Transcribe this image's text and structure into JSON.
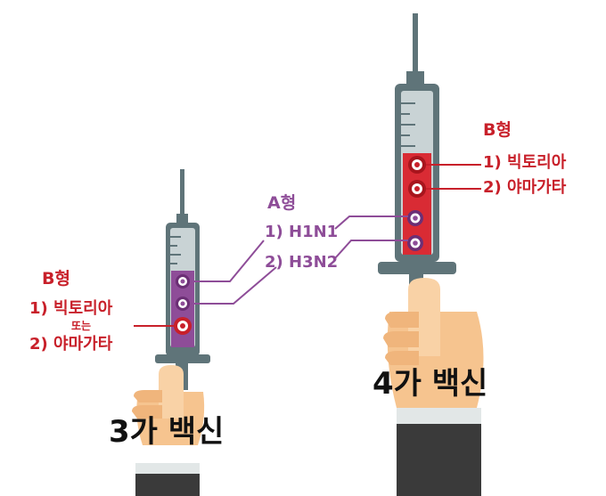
{
  "colors": {
    "syringe_gray": "#5f7479",
    "syringe_dark": "#3e5156",
    "barrel_light": "#c9d3d5",
    "a_type": "#8e4d98",
    "b_type": "#c8202a",
    "skin": "#f6c48f",
    "sleeve": "#3a3a3a",
    "cuff": "#e2e7e7",
    "label_text": "#111111"
  },
  "a_type": {
    "title": "A형",
    "strain1": "1) H1N1",
    "strain2": "2) H3N2"
  },
  "trivalent": {
    "b_title": "B형",
    "b_strain1": "1) 빅토리아",
    "or": "또는",
    "b_strain2": "2) 야마가타",
    "label": "3가 백신"
  },
  "quadrivalent": {
    "b_title": "B형",
    "b_strain1": "1) 빅토리아",
    "b_strain2": "2) 야마가타",
    "label": "4가 백신"
  }
}
